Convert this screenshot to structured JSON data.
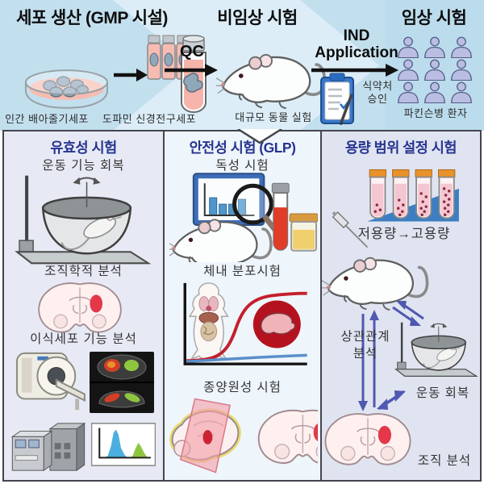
{
  "colors": {
    "top_bg": "#c2dfee",
    "top_band": "#dcedf7",
    "panel_left_bg": "#e7eaf5",
    "panel_mid_bg": "#eef5fb",
    "panel_right_bg": "#e0e4f1",
    "panel_border": "#45454f",
    "panel_title_blue": "#26348f",
    "heading_text": "#0d0d0d",
    "body_text": "#2e2e2e",
    "indigo_arrow": "#5158b0",
    "red_accent": "#cc2333",
    "blue_accent": "#3d7ec2"
  },
  "top": {
    "headers": [
      {
        "label": "세포 생산 (GMP 시설)"
      },
      {
        "label": "비임상 시험"
      },
      {
        "label": "임상 시험"
      }
    ],
    "stem_cell_label": "인간 배아줄기세포",
    "progenitor_label": "도파민 신경전구세포",
    "qc_label": "QC",
    "animal_label": "대규모 동물 실험",
    "ind_label": "IND\nApplication",
    "approval_label": "식약처\n승인",
    "patients_label": "파킨슨병 환자"
  },
  "panels": [
    {
      "title": "유효성 시험",
      "items": [
        "운동 기능 회복",
        "조직학적 분석",
        "이식세포 기능 분석"
      ]
    },
    {
      "title": "안전성 시험 (GLP)",
      "items": [
        "독성 시험",
        "체내 분포시험",
        "종양원성 시험"
      ]
    },
    {
      "title": "용량 범위 설정 시험",
      "items": [
        "저용량→고용량",
        "상관관계\n분석",
        "운동 회복",
        "조직 분석"
      ]
    }
  ]
}
